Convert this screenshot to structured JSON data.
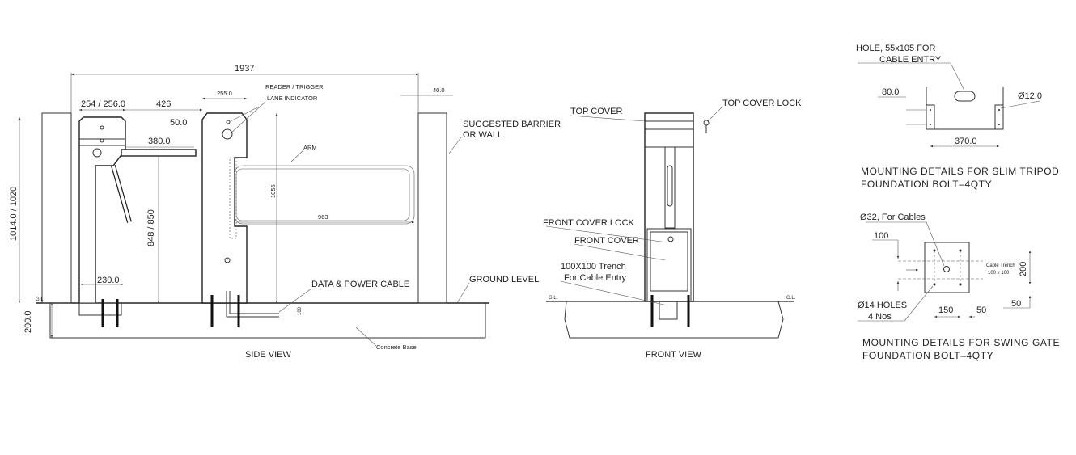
{
  "side_view": {
    "title": "SIDE VIEW",
    "dims": {
      "overall": "1937",
      "gap_right": "40.0",
      "tripod_width": "254 / 256.0",
      "spacing": "426",
      "gate_width": "255.0",
      "gap_arm": "50.0",
      "arm_tripod": "380.0",
      "gate_height": "1055",
      "arm_length": "963",
      "arm_height": "848 / 850",
      "tripod_height": "1014.0 / 1020",
      "base_width": "230.0",
      "concrete_depth": "200.0",
      "trench_depth": "100"
    },
    "labels": {
      "reader": "READER / TRIGGER",
      "lane": "LANE INDICATOR",
      "arm": "ARM",
      "cable": "DATA & POWER CABLE",
      "ground": "GROUND LEVEL",
      "barrier1": "SUGGESTED BARRIER",
      "barrier2": "OR WALL",
      "concrete": "Concrete Base",
      "gl": "G.L."
    }
  },
  "front_view": {
    "title": "FRONT VIEW",
    "labels": {
      "top_cover": "TOP COVER",
      "top_lock": "TOP COVER LOCK",
      "front_lock": "FRONT COVER LOCK",
      "front_cover": "FRONT COVER",
      "trench1": "100X100 Trench",
      "trench2": "For Cable Entry",
      "gl": "G.L."
    }
  },
  "tripod_mount": {
    "hole1": "HOLE, 55x105 FOR",
    "hole2": "CABLE ENTRY",
    "dim_h": "80.0",
    "dia": "Ø12.0",
    "dim_w": "370.0",
    "title1": "MOUNTING DETAILS FOR SLIM TRIPOD",
    "title2": "FOUNDATION BOLT–4QTY"
  },
  "swing_mount": {
    "cables": "Ø32, For Cables",
    "dim_100": "100",
    "trench1": "Cable Trench",
    "trench2": "100 x 100",
    "dim_200": "200",
    "dim_50r": "50",
    "holes1": "Ø14 HOLES",
    "holes2": "4 Nos",
    "dim_150": "150",
    "dim_50": "50",
    "title1": "MOUNTING DETAILS FOR SWING GATE",
    "title2": "FOUNDATION BOLT–4QTY"
  }
}
